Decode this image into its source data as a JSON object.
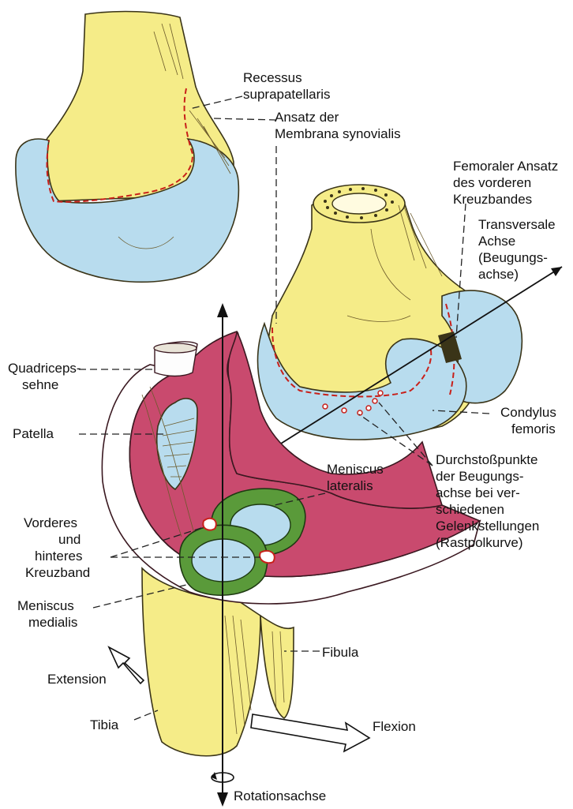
{
  "labels": {
    "recessus": [
      "Recessus",
      "suprapatellaris"
    ],
    "ansatz": [
      "Ansatz der",
      "Membrana synovialis"
    ],
    "femoraler": [
      "Femoraler Ansatz",
      "des vorderen",
      "Kreuzbandes"
    ],
    "transversale": [
      "Transversale",
      "Achse",
      "(Beugungs-",
      "achse)"
    ],
    "quadriceps": [
      "Quadriceps-",
      "sehne"
    ],
    "patella": "Patella",
    "condylus": [
      "Condylus",
      "femoris"
    ],
    "durchstoss": [
      "Durchstoßpunkte",
      "der Beugungs-",
      "achse bei ver-",
      "schiedenen",
      "Gelenkstellungen",
      "(Rastpolkurve)"
    ],
    "meniscus_lat": [
      "Meniscus",
      "lateralis"
    ],
    "kreuzband": [
      "Vorderes",
      "und",
      "hinteres",
      "Kreuzband"
    ],
    "meniscus_med": [
      "Meniscus",
      "medialis"
    ],
    "fibula": "Fibula",
    "extension": "Extension",
    "tibia": "Tibia",
    "flexion": "Flexion",
    "rotation": "Rotationsachse"
  },
  "colors": {
    "bone": "#f5ec88",
    "cartilage": "#b8dcee",
    "capsule": "#c94a6e",
    "meniscus": "#5a9a3a",
    "synovial_line": "#c8201a"
  }
}
